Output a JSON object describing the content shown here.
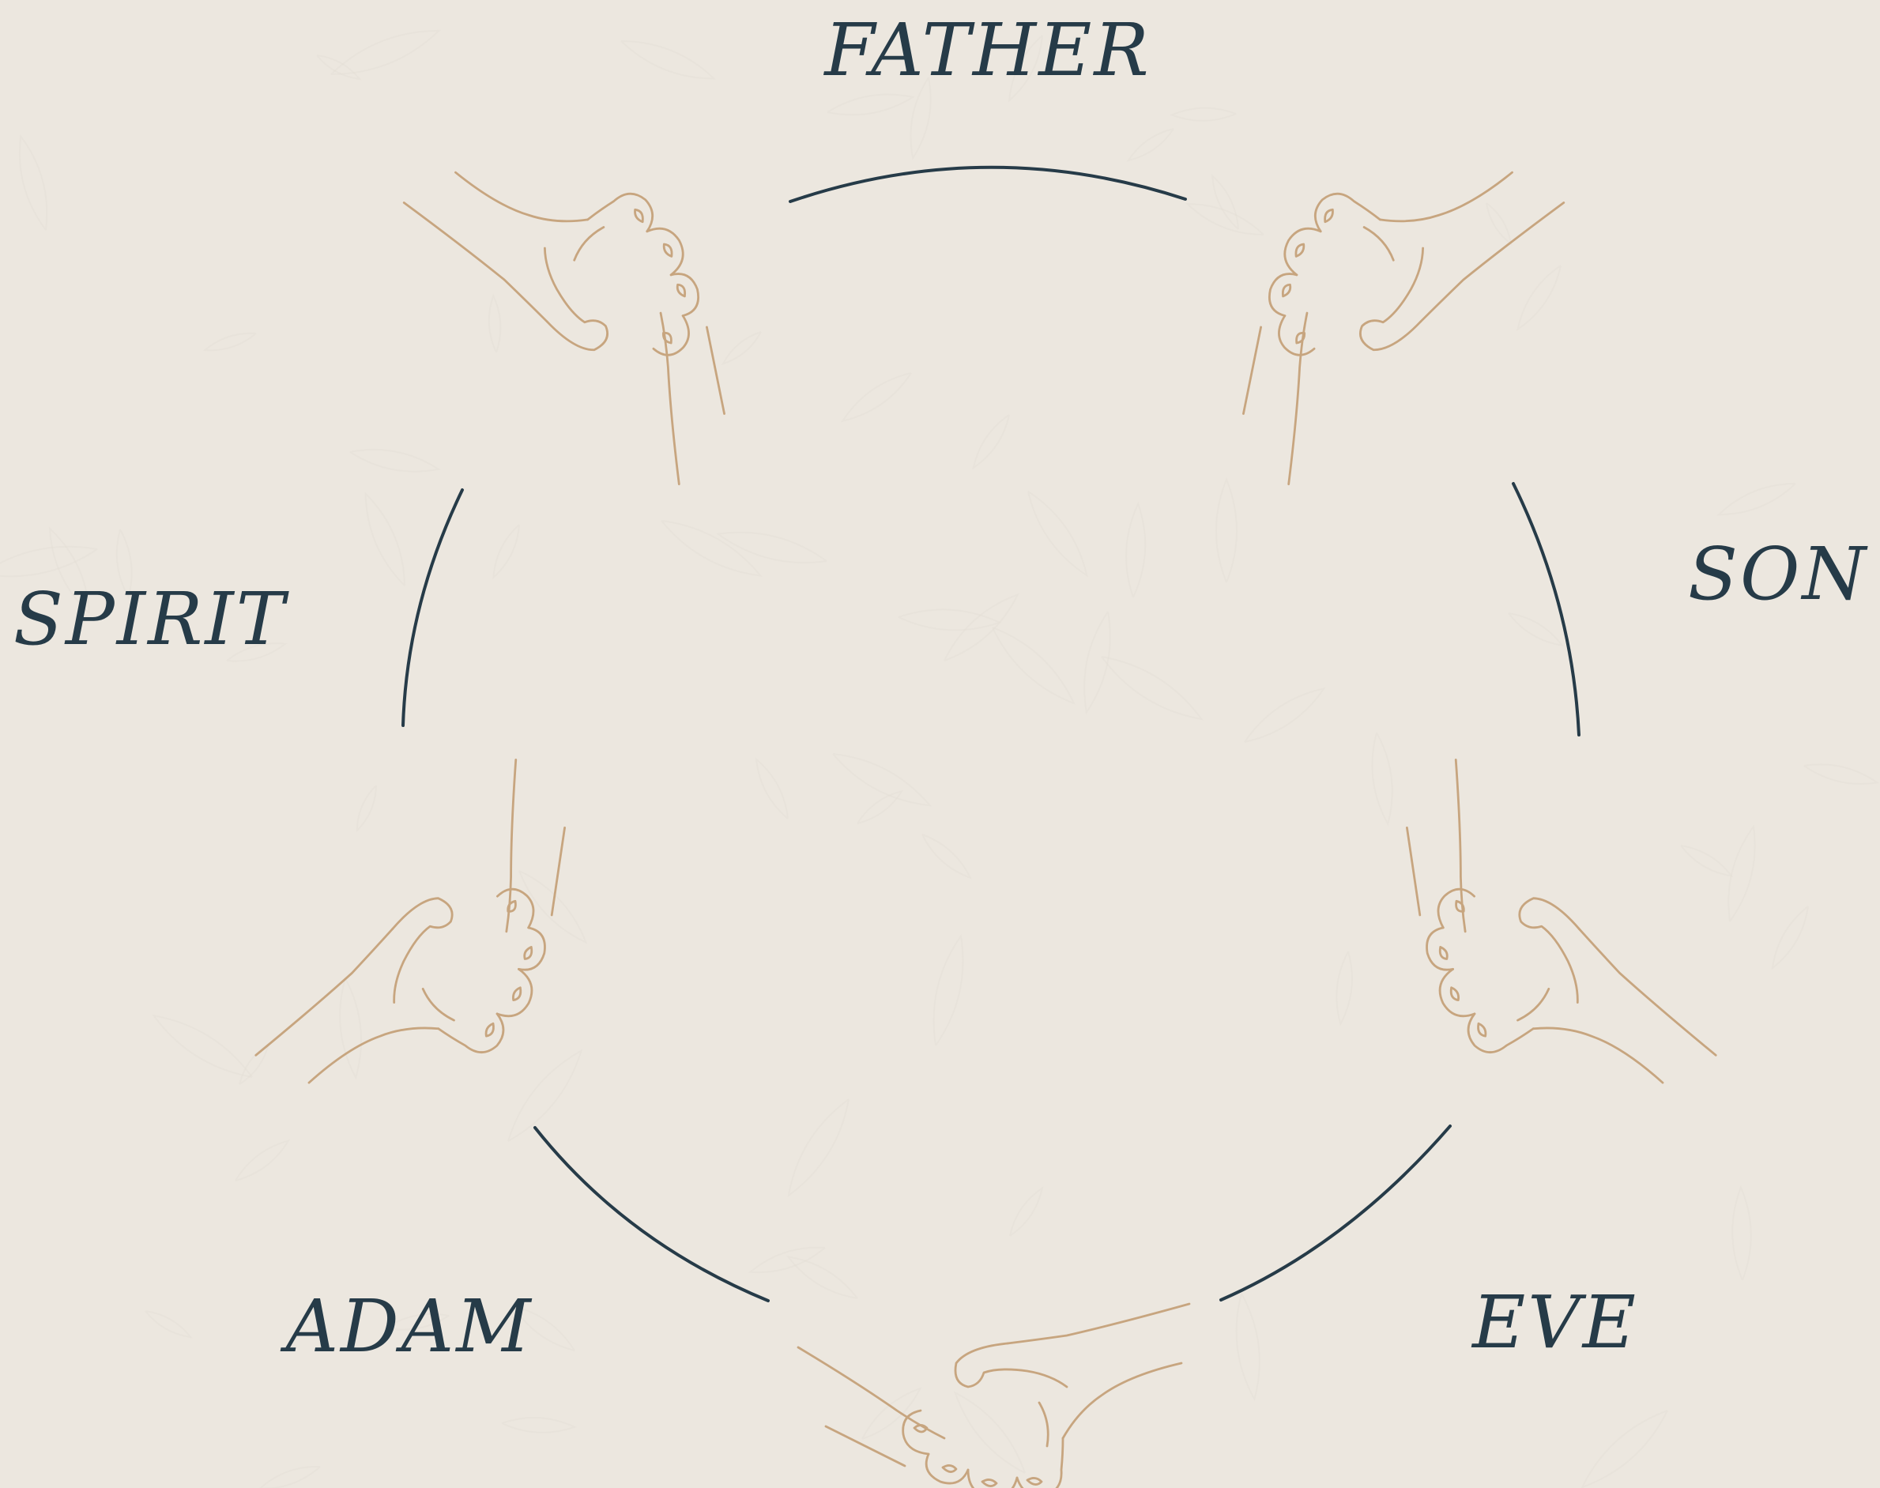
{
  "labels": {
    "father": "FATHER",
    "son": "SON",
    "eve": "EVE",
    "adam": "ADAM",
    "spirit": "SPIRIT"
  },
  "colors": {
    "background": "#ece7df",
    "text": "#263b48",
    "circle": "#263b48",
    "hands": "#c7a57f",
    "leaf_pattern": "#e2ddd3"
  }
}
